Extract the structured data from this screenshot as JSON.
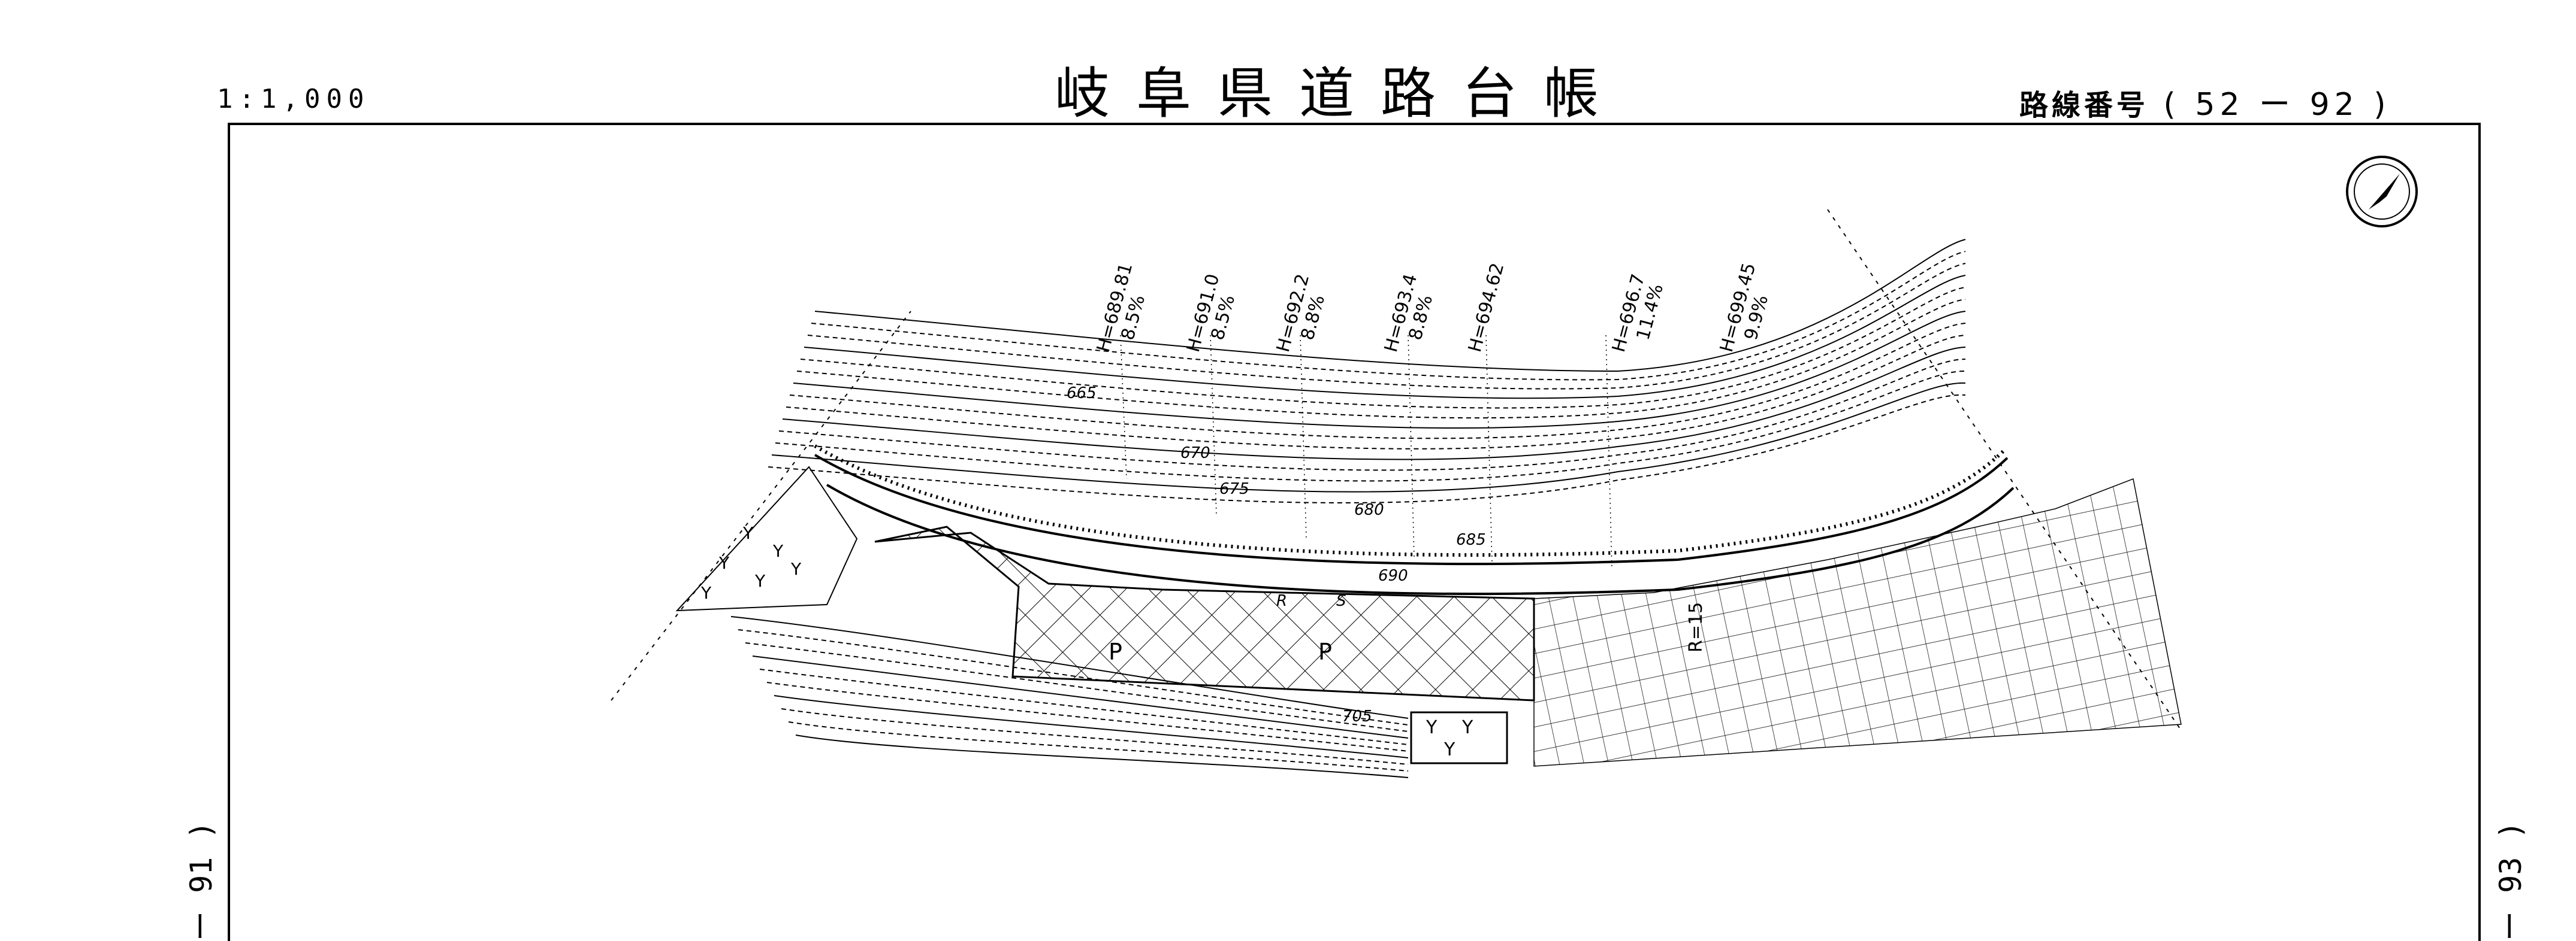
{
  "header": {
    "scale": "1:1,000",
    "title": "岐阜県道路台帳",
    "route_label": "路線番号",
    "route_value": "( 52 ー 92 )"
  },
  "side_labels": {
    "left": "ー 91 )",
    "right": "ー 93 )"
  },
  "map": {
    "elevation_points": [
      {
        "h": "H=689.81",
        "grade": "8.5%"
      },
      {
        "h": "H=691.0",
        "grade": "8.5%"
      },
      {
        "h": "H=692.2",
        "grade": "8.8%"
      },
      {
        "h": "H=693.4",
        "grade": "8.8%"
      },
      {
        "h": "H=694.62",
        "grade": ""
      },
      {
        "h": "H=696.7",
        "grade": "11.4%"
      },
      {
        "h": "H=699.45",
        "grade": "9.9%"
      }
    ],
    "contour_labels": [
      "665",
      "670",
      "675",
      "680",
      "685",
      "690",
      "705"
    ],
    "area_letters": [
      "P",
      "P"
    ],
    "radius_label": "R=15",
    "road_marks": [
      "R",
      "S"
    ],
    "north_arrow": "north-arrow-icon"
  },
  "colors": {
    "ink": "#000000",
    "paper": "#ffffff"
  }
}
